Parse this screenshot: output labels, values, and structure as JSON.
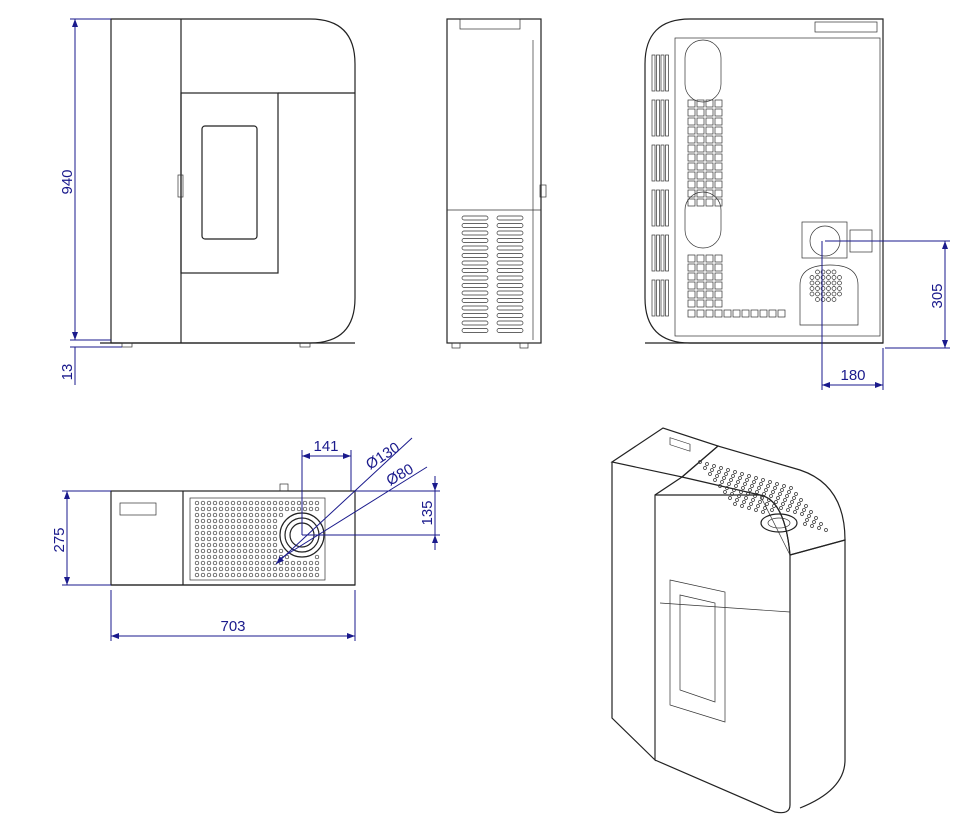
{
  "drawing": {
    "front_view": {
      "height_label": "940",
      "foot_label": "13"
    },
    "back_view": {
      "flue_height_label": "305",
      "flue_offset_label": "180"
    },
    "top_view": {
      "depth_label": "275",
      "width_label": "703",
      "flue_x_label": "141",
      "flue_y_label": "135",
      "outer_diameter_label": "Ø130",
      "inner_diameter_label": "Ø80"
    }
  },
  "colors": {
    "dimension": "#1a1a8c",
    "line": "#222222"
  }
}
